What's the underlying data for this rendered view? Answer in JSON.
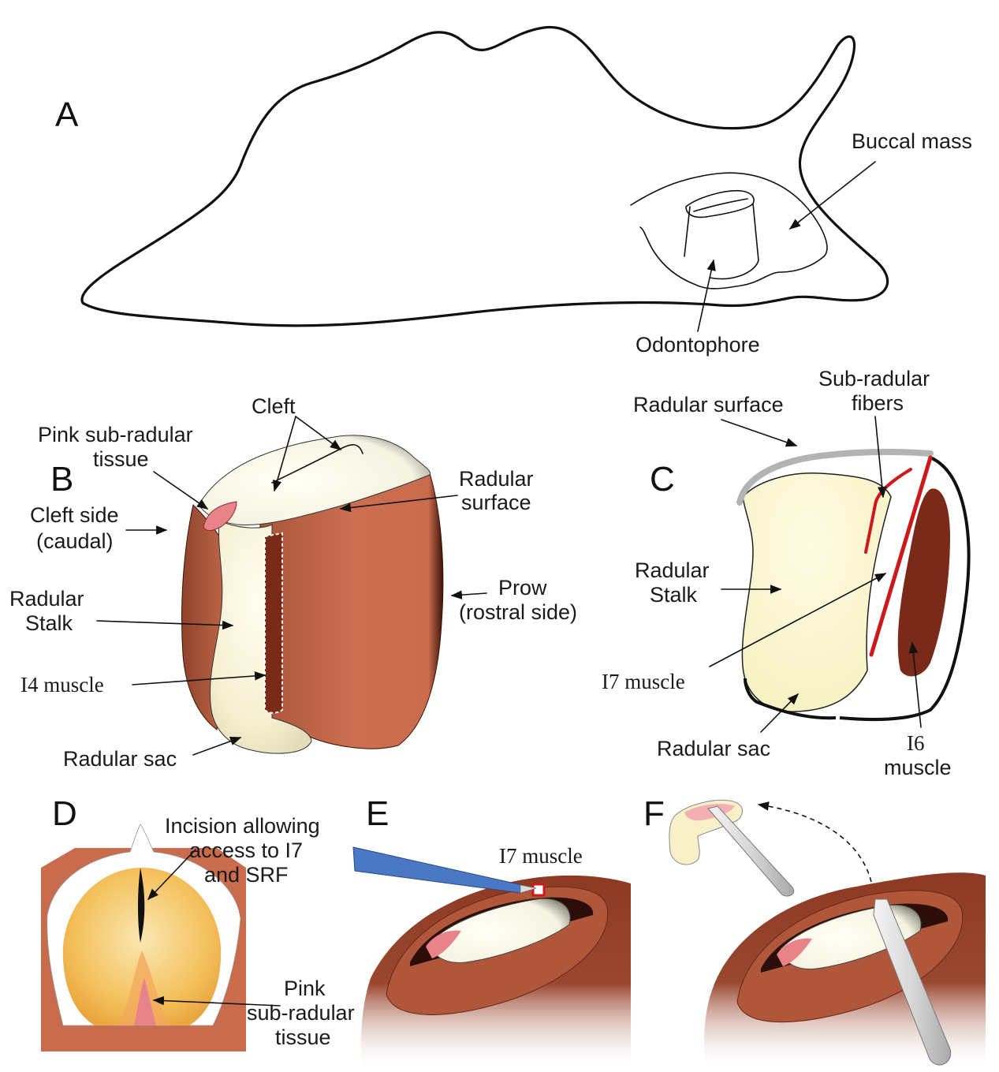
{
  "panels": {
    "A": {
      "letter": "A",
      "labels": {
        "buccal_mass": "Buccal mass",
        "odontophore": "Odontophore"
      }
    },
    "B": {
      "letter": "B",
      "labels": {
        "cleft": "Cleft",
        "pink_tissue_1": "Pink sub-radular",
        "pink_tissue_2": "tissue",
        "cleft_side_1": "Cleft side",
        "cleft_side_2": "(caudal)",
        "radular_surface_1": "Radular",
        "radular_surface_2": "surface",
        "radular_stalk_1": "Radular",
        "radular_stalk_2": "Stalk",
        "prow_1": "Prow",
        "prow_2": "(rostral side)",
        "i4_muscle": "I4 muscle",
        "radular_sac": "Radular sac"
      }
    },
    "C": {
      "letter": "C",
      "labels": {
        "radular_surface": "Radular surface",
        "sub_radular_fibers_1": "Sub-radular",
        "sub_radular_fibers_2": "fibers",
        "radular_stalk_1": "Radular",
        "radular_stalk_2": "Stalk",
        "i7_muscle": "I7 muscle",
        "radular_sac": "Radular sac",
        "i6_muscle_1": "I6",
        "i6_muscle_2": "muscle"
      }
    },
    "D": {
      "letter": "D",
      "labels": {
        "incision_1": "Incision allowing",
        "incision_2": "access to I7",
        "incision_3": "and SRF",
        "pink_tissue_1": "Pink",
        "pink_tissue_2": "sub-radular",
        "pink_tissue_3": "tissue"
      }
    },
    "E": {
      "letter": "E",
      "labels": {
        "i7_muscle": "I7 muscle"
      }
    },
    "F": {
      "letter": "F"
    }
  },
  "colors": {
    "muscle_brown": "#c96c4e",
    "muscle_dark": "#7a2a18",
    "stalk_cream": "#f7f0c8",
    "pink_tissue": "#e8838a",
    "fiber_red": "#cc1a1a",
    "tool_blue": "#4a78c4",
    "surface_grey": "#b3b3b3",
    "tissue_orange": "#f2b84f"
  }
}
